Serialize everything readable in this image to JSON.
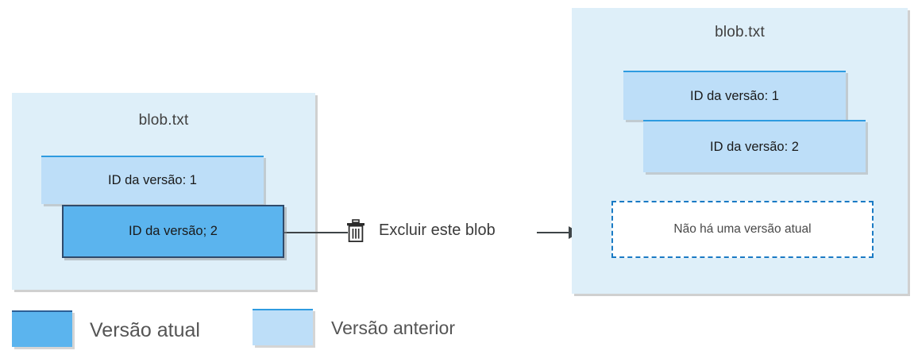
{
  "diagram": {
    "left_blob": {
      "title": "blob.txt",
      "versions": [
        {
          "label": "ID da versão: 1",
          "state": "previous"
        },
        {
          "label": "ID da versão; 2",
          "state": "current"
        }
      ]
    },
    "action": {
      "icon": "trash-icon",
      "label": "Excluir este blob"
    },
    "right_blob": {
      "title": "blob.txt",
      "versions": [
        {
          "label": "ID da versão: 1",
          "state": "previous"
        },
        {
          "label": "ID da versão: 2",
          "state": "previous"
        }
      ],
      "empty_state": "Não há uma versão atual"
    },
    "legend": [
      {
        "label": "Versão atual",
        "color": "#5bb4ee"
      },
      {
        "label": "Versão anterior",
        "color": "#bddef8"
      }
    ],
    "colors": {
      "container_background": "#deeff9",
      "current_version": "#5bb4ee",
      "current_version_border": "#2f4a6b",
      "previous_version": "#bddef8",
      "previous_version_border": "#2e9be0",
      "dashed_border": "#1a7ac4",
      "connector": "#3e4447",
      "title_text": "#404040",
      "legend_text": "#555555"
    }
  }
}
